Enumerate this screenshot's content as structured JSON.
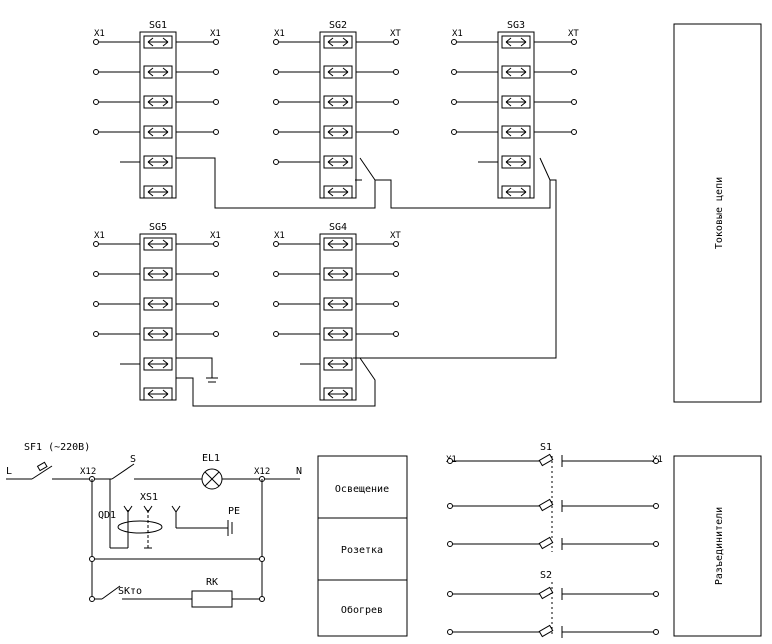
{
  "terminal_label": "X1",
  "terminal_label_alt": "XT",
  "connector_blocks": [
    {
      "name": "SG1"
    },
    {
      "name": "SG2"
    },
    {
      "name": "SG3"
    },
    {
      "name": "SG5"
    },
    {
      "name": "SG4"
    }
  ],
  "power_circuit": {
    "breaker": "SF1 (~220B)",
    "line_label": "L",
    "neutral_label": "N",
    "terminal_12": "X12",
    "switch": "S",
    "lamp": "EL1",
    "rcd": "QD1",
    "socket": "XS1",
    "pe": "PE",
    "thermostat": "SKто",
    "heater": "RK"
  },
  "function_table": {
    "rows": [
      "Освещение",
      "Розетка",
      "Обогрев"
    ]
  },
  "switch_group": {
    "s1": "S1",
    "s2": "S2"
  },
  "side_panels": {
    "top": "Токовые цепи",
    "bottom": "Разъединители"
  }
}
